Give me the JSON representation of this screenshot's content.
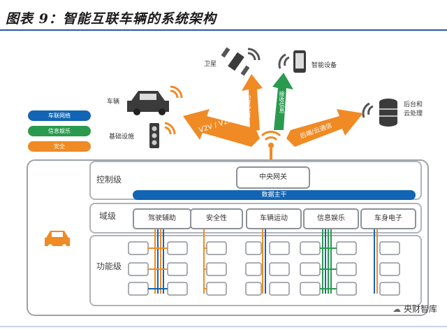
{
  "title": "图表 9：智能互联车辆的系统架构",
  "legend": [
    {
      "label": "车联网络",
      "color": "#1265b4"
    },
    {
      "label": "信息娱乐",
      "color": "#2a9a4e"
    },
    {
      "label": "安全",
      "color": "#f08a24"
    }
  ],
  "top_labels": {
    "satellite": "卫星",
    "smart_device": "智能设备",
    "vehicle": "车辆",
    "infrastructure": "基础设施",
    "backend": "后台和\n云处理"
  },
  "arrows": {
    "v2v": "V2V / V2X",
    "hud_left": "卫星定位",
    "hud_right": "接收信息",
    "backend": "后端/云通信"
  },
  "tiers": {
    "control": "控制级",
    "domain": "域级",
    "function": "功能级"
  },
  "gateway": "中央网关",
  "bus": "数据主干",
  "domains": [
    "驾驶辅助",
    "安全性",
    "车辆运动",
    "信息娱乐",
    "车身电子"
  ],
  "watermark": "央财智库"
}
